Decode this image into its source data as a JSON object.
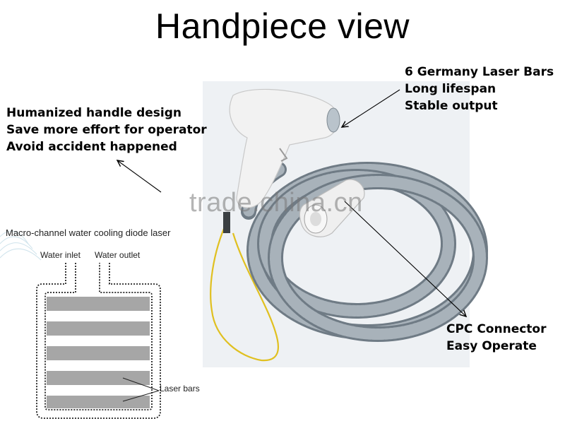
{
  "title": "Handpiece view",
  "annotations": {
    "laser": [
      "6 Germany Laser Bars",
      "Long lifespan",
      "Stable output"
    ],
    "handle": [
      "Humanized handle design",
      "Save more effort for operator",
      "Avoid accident happened"
    ],
    "connector": [
      "CPC Connector",
      "Easy Operate"
    ]
  },
  "watermark": "trade.china.cn",
  "cooling_diagram": {
    "title": "Macro-channel water cooling diode laser",
    "water_inlet": "Water inlet",
    "water_outlet": "Water outlet",
    "laser_bars_label": "Laser bars"
  },
  "colors": {
    "hose": "#6f7b85",
    "hose_light": "#a8b2ba",
    "laser_bar": "#a6a6a6",
    "cable": "#e0c020",
    "handpiece": "#f2f2f2"
  }
}
